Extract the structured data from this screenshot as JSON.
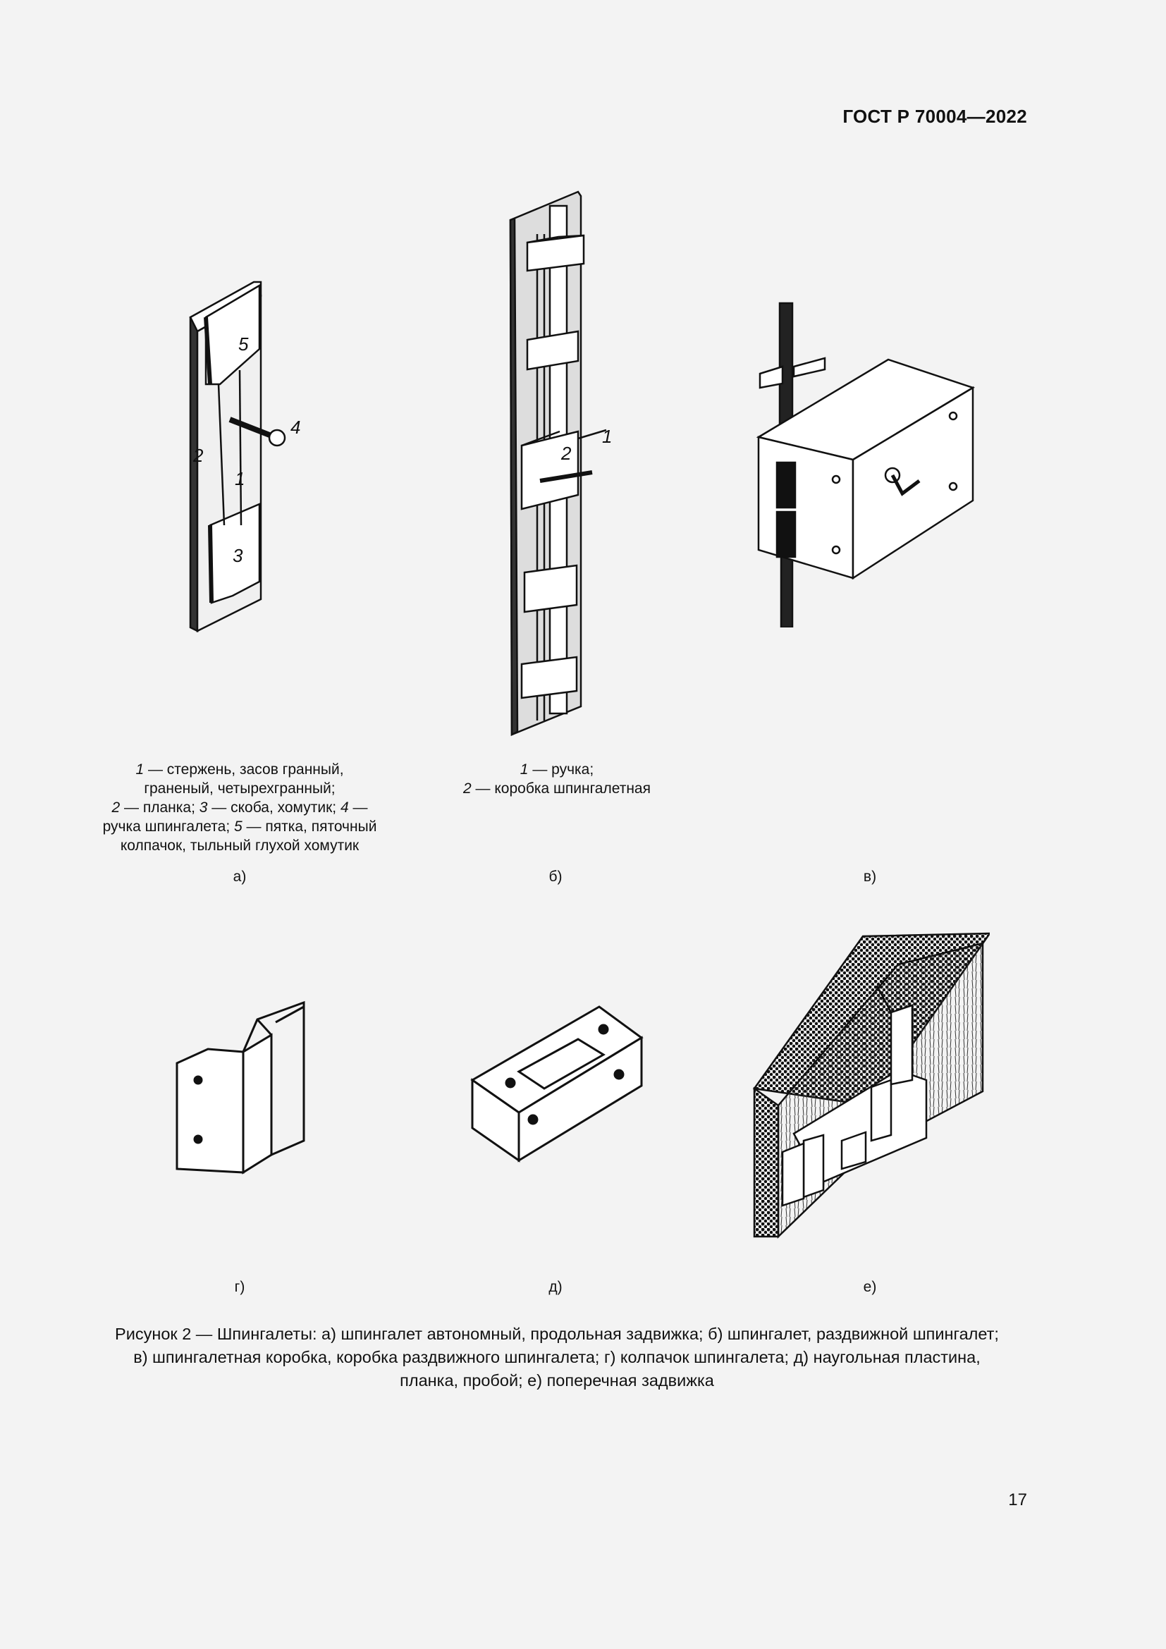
{
  "header": {
    "doc_code": "ГОСТ Р 70004—2022"
  },
  "figure_a": {
    "callouts": [
      "5",
      "4",
      "2",
      "1",
      "3"
    ],
    "legend": [
      [
        {
          "t": "1",
          "i": true
        },
        {
          "t": " — стержень, засов гранный,",
          "i": false
        }
      ],
      [
        {
          "t": "граненый, четырехгранный;",
          "i": false
        }
      ],
      [
        {
          "t": "2",
          "i": true
        },
        {
          "t": " — планка; ",
          "i": false
        },
        {
          "t": "3",
          "i": true
        },
        {
          "t": " — скоба, хомутик; ",
          "i": false
        },
        {
          "t": "4",
          "i": true
        },
        {
          "t": " —",
          "i": false
        }
      ],
      [
        {
          "t": "ручка шпингалета; ",
          "i": false
        },
        {
          "t": "5",
          "i": true
        },
        {
          "t": " — пятка, пяточный",
          "i": false
        }
      ],
      [
        {
          "t": "колпачок, тыльный глухой хомутик",
          "i": false
        }
      ]
    ],
    "label": "а)"
  },
  "figure_b": {
    "callouts": [
      "2",
      "1"
    ],
    "legend": [
      [
        {
          "t": "1",
          "i": true
        },
        {
          "t": " — ручка;",
          "i": false
        }
      ],
      [
        {
          "t": "2",
          "i": true
        },
        {
          "t": " — коробка шпингалетная",
          "i": false
        }
      ]
    ],
    "label": "б)"
  },
  "figure_v": {
    "label": "в)"
  },
  "figure_g": {
    "label": "г)"
  },
  "figure_d": {
    "label": "д)"
  },
  "figure_e": {
    "label": "е)"
  },
  "caption": {
    "lines": [
      "Рисунок 2 — Шпингалеты: а) шпингалет автономный, продольная задвижка; б) шпингалет, раздвижной шпингалет;",
      "в) шпингалетная коробка, коробка раздвижного шпингалета; г) колпачок шпингалета; д) наугольная пластина,",
      "планка, пробой; е) поперечная задвижка"
    ]
  },
  "page_number": "17"
}
